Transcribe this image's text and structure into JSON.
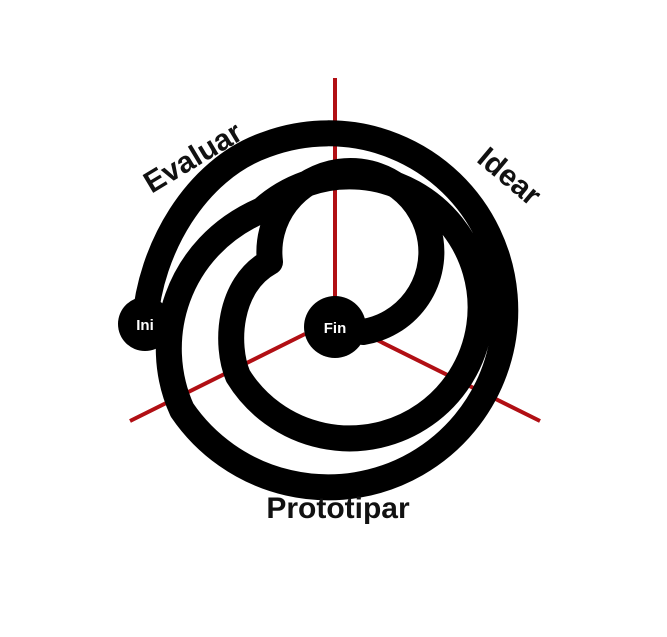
{
  "diagram": {
    "phases": {
      "evaluate": "Evaluar",
      "ideate": "Idear",
      "prototype": "Prototipar"
    },
    "start_label": "Ini",
    "end_label": "Fin"
  },
  "colors": {
    "spiral": "#000000",
    "divider": "#b10f14",
    "background": "#ffffff",
    "node_text": "#ffffff",
    "label_text": "#111111"
  }
}
